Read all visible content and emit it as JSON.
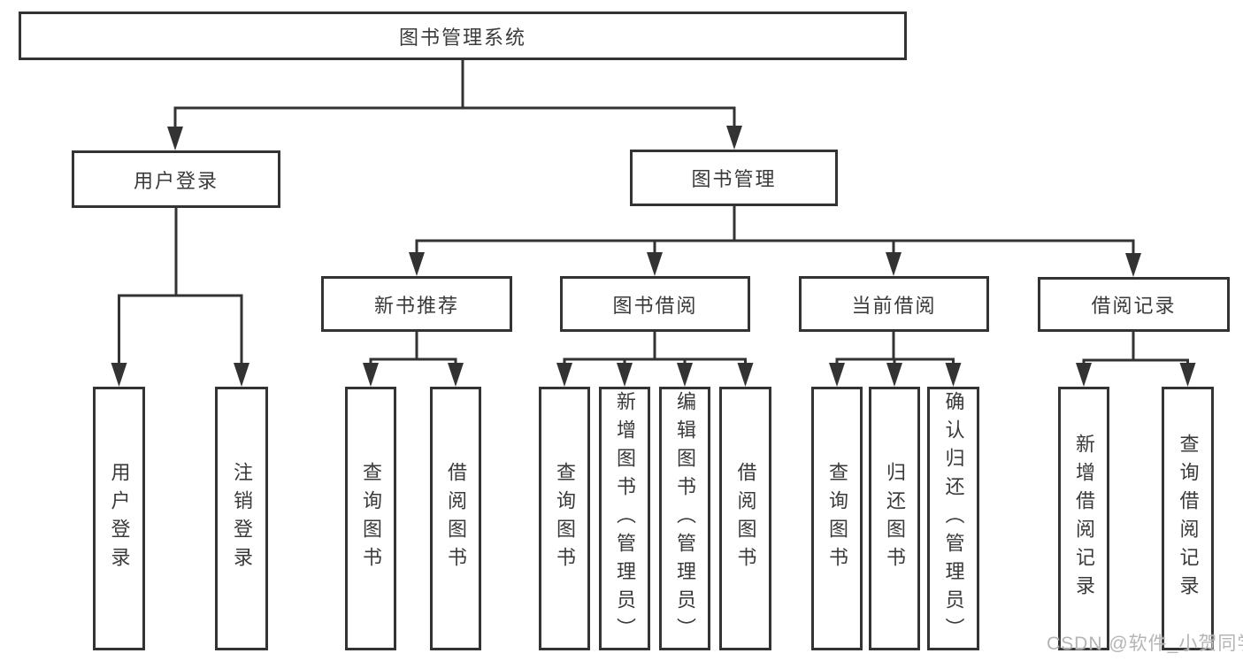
{
  "diagram_title": "图书管理系统",
  "colors": {
    "line": "#333333",
    "text": "#3a3a3a",
    "background": "#ffffff",
    "watermark": "#b5b5b5"
  },
  "nodes": {
    "root": {
      "label": "图书管理系统"
    },
    "user_login_group": {
      "label": "用户登录"
    },
    "book_mgmt": {
      "label": "图书管理"
    },
    "new_book_rec": {
      "label": "新书推荐"
    },
    "book_borrow": {
      "label": "图书借阅"
    },
    "current_borrow": {
      "label": "当前借阅"
    },
    "borrow_records": {
      "label": "借阅记录"
    },
    "user_login": {
      "label": "用户登录"
    },
    "logout": {
      "label": "注销登录"
    },
    "nbr_query_books": {
      "label": "查询图书"
    },
    "nbr_borrow_books": {
      "label": "借阅图书"
    },
    "bb_query_books": {
      "label": "查询图书"
    },
    "bb_add_books": {
      "label": "新增图书（管理员）"
    },
    "bb_edit_books": {
      "label": "编辑图书（管理员）"
    },
    "bb_borrow_books": {
      "label": "借阅图书"
    },
    "cb_query_books": {
      "label": "查询图书"
    },
    "cb_return_books": {
      "label": "归还图书"
    },
    "cb_confirm_return": {
      "label": "确认归还（管理员）"
    },
    "br_add_record": {
      "label": "新增借阅记录"
    },
    "br_query_record": {
      "label": "查询借阅记录"
    }
  },
  "hierarchy": {
    "图书管理系统": {
      "用户登录": [
        "用户登录",
        "注销登录"
      ],
      "图书管理": {
        "新书推荐": [
          "查询图书",
          "借阅图书"
        ],
        "图书借阅": [
          "查询图书",
          "新增图书（管理员）",
          "编辑图书（管理员）",
          "借阅图书"
        ],
        "当前借阅": [
          "查询图书",
          "归还图书",
          "确认归还（管理员）"
        ],
        "借阅记录": [
          "新增借阅记录",
          "查询借阅记录"
        ]
      }
    }
  },
  "watermark": {
    "text": "CSDN @软件_小贺同学"
  }
}
